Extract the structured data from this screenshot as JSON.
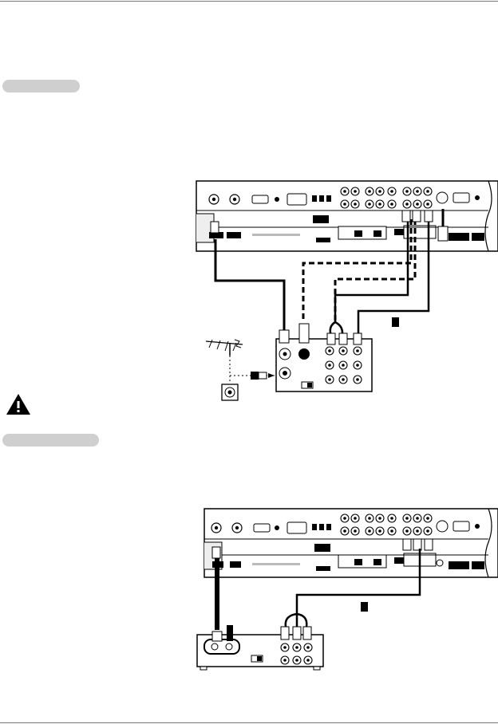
{
  "sections": [
    {
      "id": "connection-1",
      "header_pill": true
    },
    {
      "id": "connection-2",
      "header_pill": true
    }
  ],
  "diagram_1": {
    "callout": "",
    "devices": [
      "tv-rear-panel",
      "vcr",
      "antenna",
      "wall-jack"
    ]
  },
  "diagram_2": {
    "callout": "",
    "devices": [
      "tv-rear-panel",
      "av-device"
    ]
  },
  "warning_icon": "caution-triangle-icon",
  "colors": {
    "ink": "#000000",
    "panel": "#ffffff",
    "pill": "#cfcfcf",
    "rule": "#777777"
  }
}
